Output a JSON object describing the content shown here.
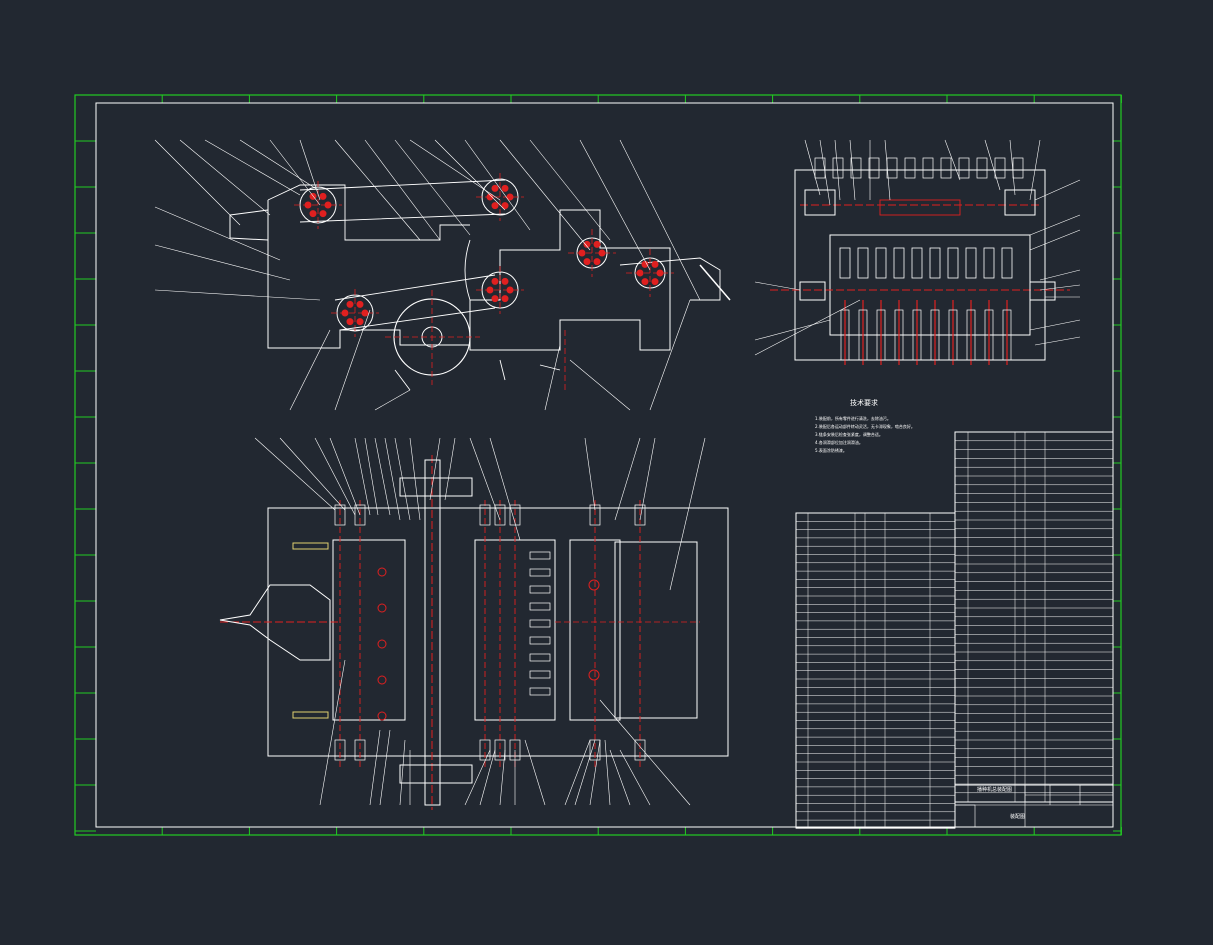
{
  "colors": {
    "background": "#222831",
    "frame": "#22cc22",
    "lines": "#ffffff",
    "centerlines": "#e02020",
    "hatch": "#e0d070"
  },
  "notes_title": "技术要求",
  "notes": [
    "1.装配前，所有零件进行清洗，去除油污。",
    "2.装配后各运动部件转动灵活，无卡滞现象，啮合良好。",
    "3.链条安装后检查张紧度，调整合适。",
    "4.各润滑部位加注润滑油。",
    "5.表面涂防锈漆。"
  ],
  "title_block": {
    "drawing_title": "播种机总装配图",
    "subtitle": "装配图"
  }
}
